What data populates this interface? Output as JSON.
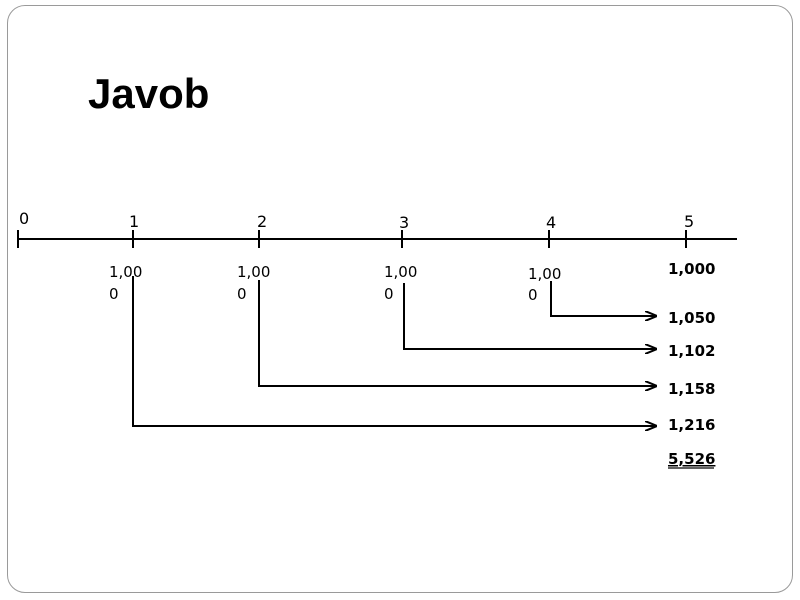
{
  "title": "Javob",
  "timeline": {
    "periods": [
      "0",
      "1",
      "2",
      "3",
      "4",
      "5"
    ]
  },
  "payments": [
    {
      "period": "1",
      "line1": "1,00",
      "line2": "0"
    },
    {
      "period": "2",
      "line1": "1,00",
      "line2": "0"
    },
    {
      "period": "3",
      "line1": "1,00",
      "line2": "0"
    },
    {
      "period": "4",
      "line1": "1,00",
      "line2": "0"
    }
  ],
  "future_values": [
    "1,000",
    "1,050",
    "1,102",
    "1,158",
    "1,216"
  ],
  "total": "5,526",
  "colors": {
    "line": "#000000",
    "border": "#9a9a9a"
  }
}
